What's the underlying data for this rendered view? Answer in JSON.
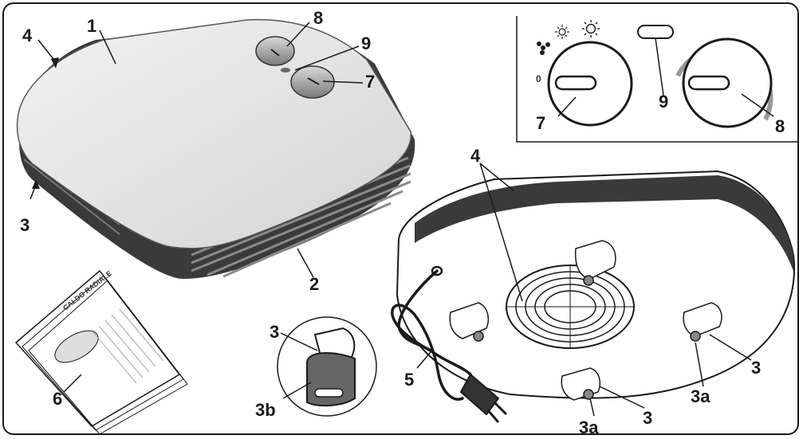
{
  "callouts": {
    "top_cover": "1",
    "front_grille": "2",
    "foot_left": "3",
    "side_band": "4",
    "knob_top": "8",
    "knob_front": "7",
    "indicator_top": "9",
    "inset_knob_left": "7",
    "inset_indicator": "9",
    "inset_knob_right": "8",
    "base_band": "4",
    "cord": "5",
    "manual": "6",
    "foot_zoom": "3",
    "foot_zoom_pad": "3b",
    "foot_right": "3",
    "foot_right_pad": "3a",
    "foot_bottom": "3",
    "foot_bottom_pad": "3a"
  },
  "inset_symbols": {
    "off": "0",
    "fan": "fan-icon",
    "heat_low": "sun-small-icon",
    "heat_high": "sun-large-icon"
  },
  "manual": {
    "title": "CALDO RADIALE"
  }
}
